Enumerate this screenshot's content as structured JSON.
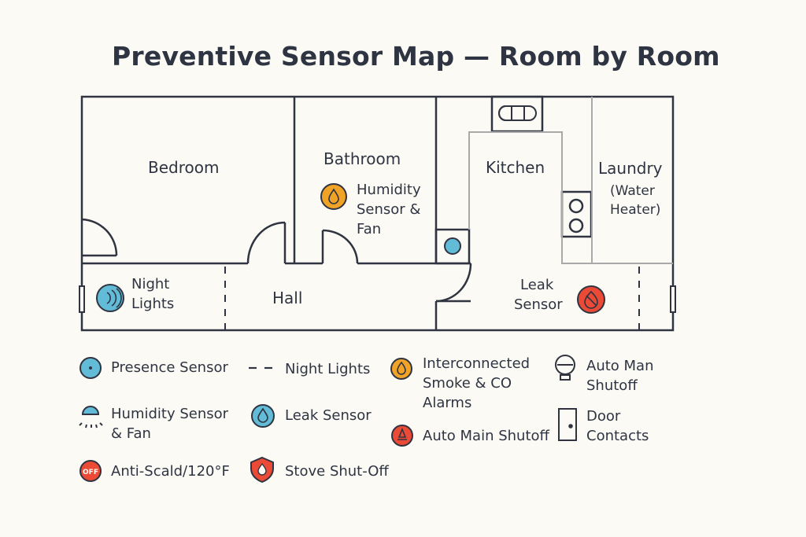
{
  "title": "Preventive Sensor Map — Room by Room",
  "rooms": {
    "bedroom": "Bedroom",
    "bathroom": "Bathroom",
    "kitchen": "Kitchen",
    "laundry": "Laundry",
    "laundry_sub": "(Water Heater)",
    "hall": "Hall"
  },
  "annotations": {
    "bath_humidity_1": "Humidity",
    "bath_humidity_2": "Sensor &",
    "bath_humidity_3": "Fan",
    "night_lights_1": "Night",
    "night_lights_2": "Lights",
    "leak_1": "Leak",
    "leak_2": "Sensor"
  },
  "legend": {
    "presence": "Presence Sensor",
    "night_lights": "Night Lights",
    "smoke_1": "Interconnected",
    "smoke_2": "Smoke & CO",
    "smoke_3": "Alarms",
    "auto_man_1": "Auto Man",
    "auto_man_2": "Shutoff",
    "humidity_1": "Humidity Sensor",
    "humidity_2": "& Fan",
    "leak": "Leak Sensor",
    "auto_main": "Auto Main Shutoff",
    "door_1": "Door",
    "door_2": "Contacts",
    "anti_scald": "Anti-Scald/120°F",
    "off_badge": "OFF",
    "stove": "Stove Shut-Off"
  },
  "colors": {
    "wall": "#2f3440",
    "inner_wall": "#a9a9a9",
    "blue": "#62bcd8",
    "orange": "#f0a326",
    "red": "#ea4a36",
    "background": "#fbfaf5"
  }
}
